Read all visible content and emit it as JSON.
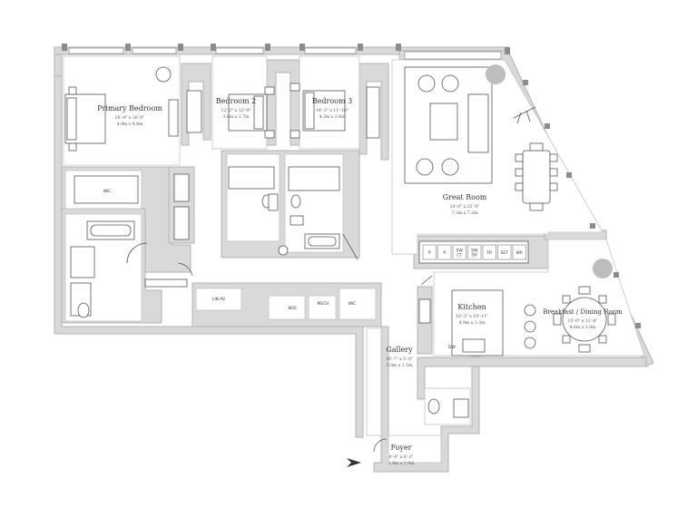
{
  "rooms": {
    "primary_bedroom": {
      "name": "Primary Bedroom",
      "dim_imperial": "16'-4\" x 16'-0\"",
      "dim_metric": "4.9m x 4.8m"
    },
    "bedroom2": {
      "name": "Bedroom 2",
      "dim_imperial": "12'-2\" x 12'-0\"",
      "dim_metric": "3.0m x 3.7m"
    },
    "bedroom3": {
      "name": "Bedroom 3",
      "dim_imperial": "14'-3\" x 11'-10\"",
      "dim_metric": "4.3m x 3.6m"
    },
    "great_room": {
      "name": "Great Room",
      "dim_imperial": "24'-0\" x 23'-8\"",
      "dim_metric": "7.3m x 7.2m"
    },
    "kitchen": {
      "name": "Kitchen",
      "dim_imperial": "16'-3\" x 10'-11\"",
      "dim_metric": "4.9m x 3.3m"
    },
    "breakfast": {
      "name": "Breakfast / Dining Room",
      "dim_imperial": "15'-0\" x 12'-8\"",
      "dim_metric": "4.6m x 3.9m"
    },
    "gallery": {
      "name": "Gallery",
      "dim_imperial": "16'-7\" x 5'-0\"",
      "dim_metric": "5.0m x 1.5m"
    },
    "foyer": {
      "name": "Foyer",
      "dim_imperial": "6'-4\" x 6'-3\"",
      "dim_metric": "1.9m x 1.9m"
    }
  },
  "labels": {
    "wic": "WIC",
    "lin_av": "LIN\nAV",
    "wd": "W/D",
    "mech": "MECH",
    "wc": "WIC",
    "dw": "DW",
    "storage": [
      "P",
      "P",
      "SW\nCT",
      "SW\nOV",
      "FR",
      "SET",
      "WR"
    ]
  }
}
